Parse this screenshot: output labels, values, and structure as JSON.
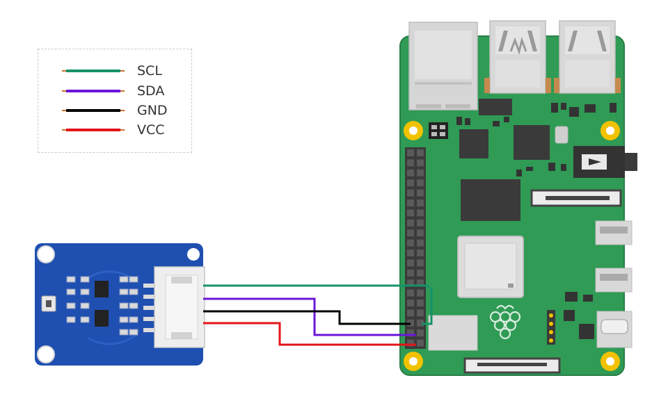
{
  "legend": {
    "items": [
      {
        "label": "SCL",
        "color": "#16926a"
      },
      {
        "label": "SDA",
        "color": "#6a16d8"
      },
      {
        "label": "GND",
        "color": "#000000"
      },
      {
        "label": "VCC",
        "color": "#e3141a"
      }
    ]
  },
  "colors": {
    "pi_board": "#2f9b55",
    "pi_border": "#2a7f48",
    "sensor_board": "#1f4fb0",
    "gold": "#f2c200",
    "header": "#2c2c2c"
  }
}
